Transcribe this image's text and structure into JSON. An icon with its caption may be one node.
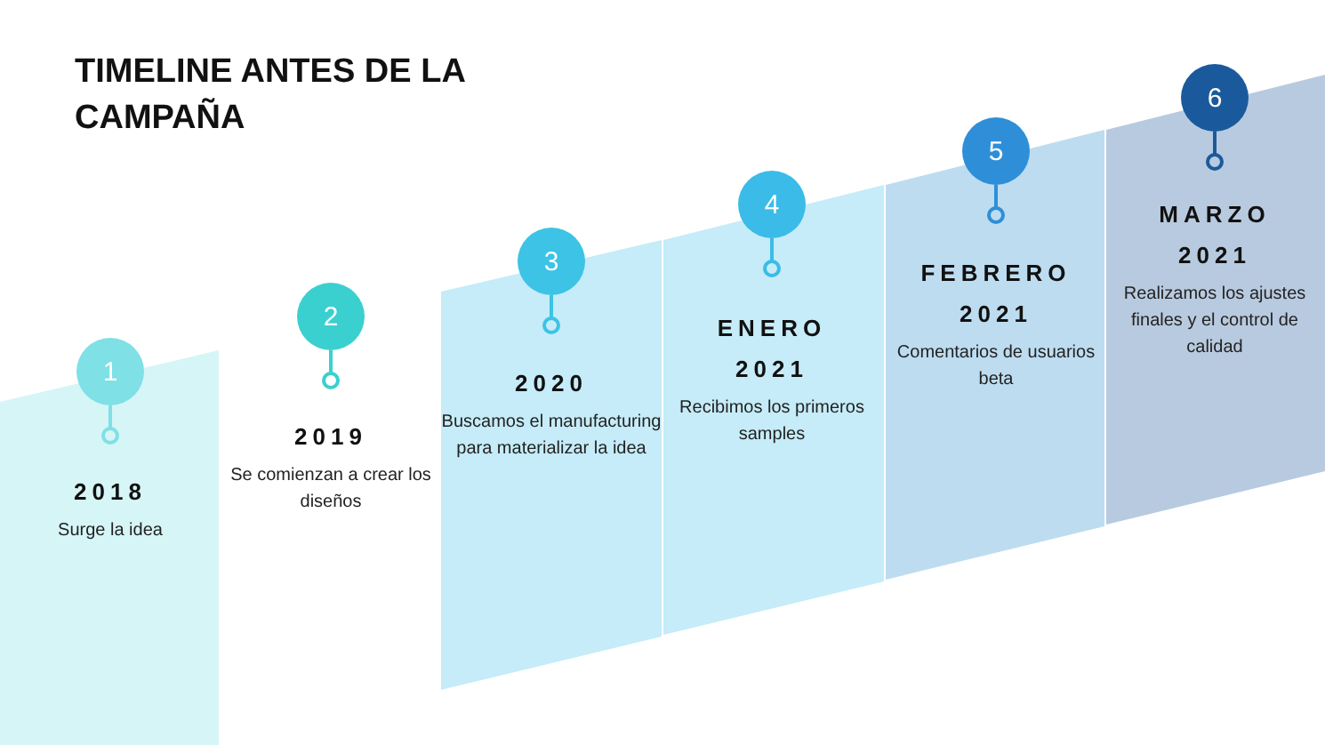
{
  "diagram": {
    "title": "TIMELINE ANTES DE LA CAMPAÑA",
    "nodes": [
      {
        "text": [
          "1"
        ],
        "beside": [
          "2018",
          "Surge la idea"
        ]
      },
      {
        "text": [
          "2"
        ],
        "beside": [
          "2019",
          "Se comienzan a crear los diseños"
        ]
      },
      {
        "text": [
          "3"
        ],
        "beside": [
          "2020",
          "Buscamos el manufacturing para materializar la idea"
        ]
      },
      {
        "text": [
          "4"
        ],
        "beside": [
          "ENERO 2021",
          "Recibimos los primeros samples"
        ]
      },
      {
        "text": [
          "5"
        ],
        "beside": [
          "FEBRERO 2021",
          "Comentarios de usuarios beta"
        ]
      },
      {
        "text": [
          "6"
        ],
        "beside": [
          "MARZO 2021",
          "Realizamos los ajustes finales y el control de calidad"
        ]
      }
    ]
  }
}
